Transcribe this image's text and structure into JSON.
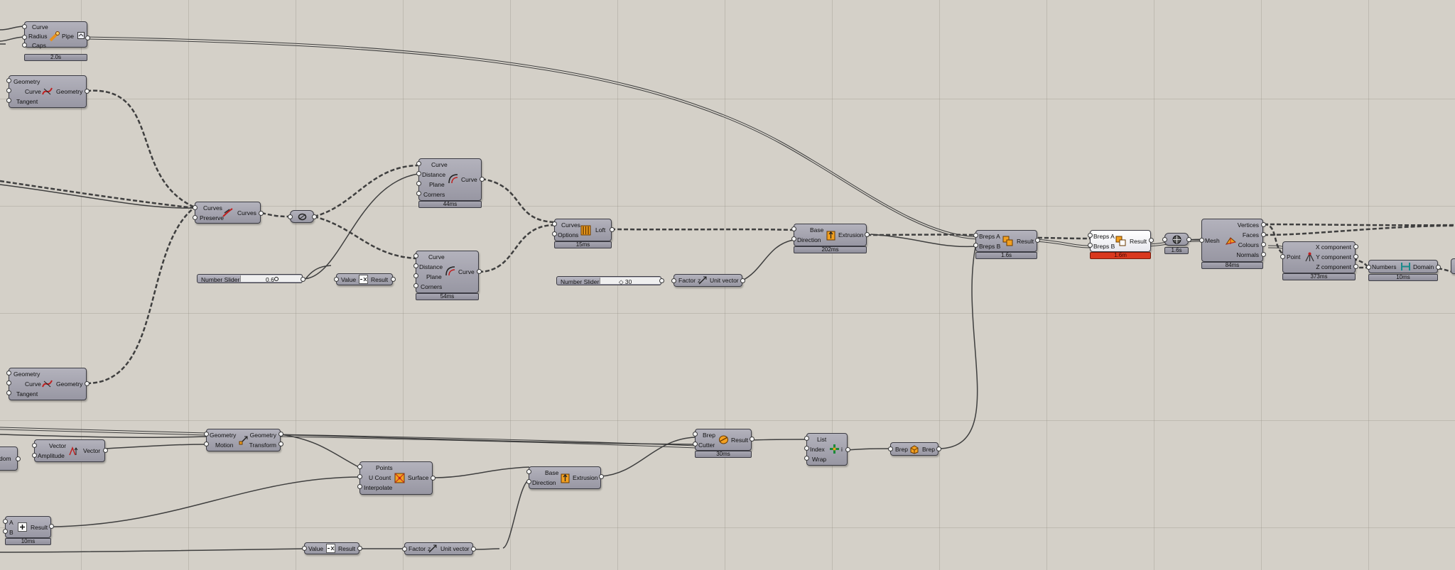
{
  "canvas": {
    "background": "#d4d0c8",
    "wire_color": "#3f3f3f",
    "error_color": "#d9381e"
  },
  "pipe": {
    "inputs": [
      "Curve",
      "Radius",
      "Caps"
    ],
    "name": "Pipe",
    "time": "2.0s",
    "icon": "pipe-icon"
  },
  "crv_geom_top": {
    "inputs": [
      "Geometry",
      "Curve",
      "Tangent"
    ],
    "output": "Geometry",
    "icon": "curve-geometry-icon"
  },
  "crv_geom_bot": {
    "inputs": [
      "Geometry",
      "Curve",
      "Tangent"
    ],
    "output": "Geometry",
    "icon": "curve-geometry-icon"
  },
  "curves_join": {
    "inputs": [
      "Curves",
      "Preserve"
    ],
    "output": "Curves",
    "icon": "join-curves-icon"
  },
  "offset_top": {
    "inputs": [
      "Curve",
      "Distance",
      "Plane",
      "Corners"
    ],
    "output": "Curve",
    "time": "44ms",
    "icon": "offset-curve-icon"
  },
  "offset_bot": {
    "inputs": [
      "Curve",
      "Distance",
      "Plane",
      "Corners"
    ],
    "output": "Curve",
    "time": "54ms",
    "icon": "offset-curve-icon"
  },
  "slider_06": {
    "name": "Number Slider",
    "value": "0.6"
  },
  "negative1": {
    "input": "Value",
    "output": "Result",
    "icon": "negative-icon"
  },
  "loft": {
    "inputs": [
      "Curves",
      "Options"
    ],
    "output": "Loft",
    "time": "15ms",
    "icon": "loft-icon"
  },
  "slider_30": {
    "name": "Number Slider",
    "value": "◇ 30"
  },
  "unit_top": {
    "input": "Factor",
    "output": "Unit vector",
    "icon": "unit-vector-icon"
  },
  "extrude_top": {
    "inputs": [
      "Base",
      "Direction"
    ],
    "output": "Extrusion",
    "time": "202ms",
    "icon": "extrude-icon"
  },
  "solid_union": {
    "inputs": [
      "Breps A",
      "Breps B"
    ],
    "output": "Result",
    "time": "1.6s",
    "icon": "solid-union-icon"
  },
  "solid_diff": {
    "inputs": [
      "Breps A",
      "Breps B"
    ],
    "output": "Result",
    "time": "1.6m",
    "icon": "solid-difference-icon"
  },
  "mesh_param": {
    "time": "1.6s",
    "icon": "mesh-brep-icon"
  },
  "deconstruct_mesh": {
    "input": "Mesh",
    "outputs": [
      "Vertices",
      "Faces",
      "Colours",
      "Normals"
    ],
    "time": "84ms",
    "icon": "deconstruct-mesh-icon"
  },
  "deconstruct_pt": {
    "input": "Point",
    "outputs": [
      "X component",
      "Y component",
      "Z component"
    ],
    "time": "373ms",
    "icon": "deconstruct-point-icon"
  },
  "bounds": {
    "input": "Numbers",
    "output": "Domain",
    "time": "10ms",
    "icon": "bounds-icon"
  },
  "move": {
    "inputs": [
      "Geometry",
      "Motion"
    ],
    "outputs": [
      "Geometry",
      "Transform"
    ],
    "icon": "move-icon"
  },
  "amplitude": {
    "inputs": [
      "Vector",
      "Amplitude"
    ],
    "output": "Vector",
    "icon": "amplitude-icon"
  },
  "random_partial": {
    "output": "dom"
  },
  "surf_from_pts": {
    "inputs": [
      "Points",
      "U Count",
      "Interpolate"
    ],
    "output": "Surface",
    "icon": "surface-from-points-icon"
  },
  "extrude_bot": {
    "inputs": [
      "Base",
      "Direction"
    ],
    "output": "Extrusion",
    "icon": "extrude-icon"
  },
  "split_brep": {
    "inputs": [
      "Brep",
      "Cutter"
    ],
    "output": "Result",
    "time": "30ms",
    "icon": "split-brep-icon"
  },
  "list_item": {
    "inputs": [
      "List",
      "Index",
      "Wrap"
    ],
    "output": "i",
    "icon": "list-item-icon"
  },
  "brep_param": {
    "input": "Brep",
    "output": "Brep",
    "icon": "brep-icon"
  },
  "addition": {
    "inputs": [
      "A",
      "B"
    ],
    "output": "Result",
    "time": "10ms",
    "icon": "addition-icon"
  },
  "negative2": {
    "input": "Value",
    "output": "Result",
    "icon": "negative-icon"
  },
  "unit_bot": {
    "input": "Factor",
    "output": "Unit vector",
    "icon": "unit-vector-icon"
  }
}
